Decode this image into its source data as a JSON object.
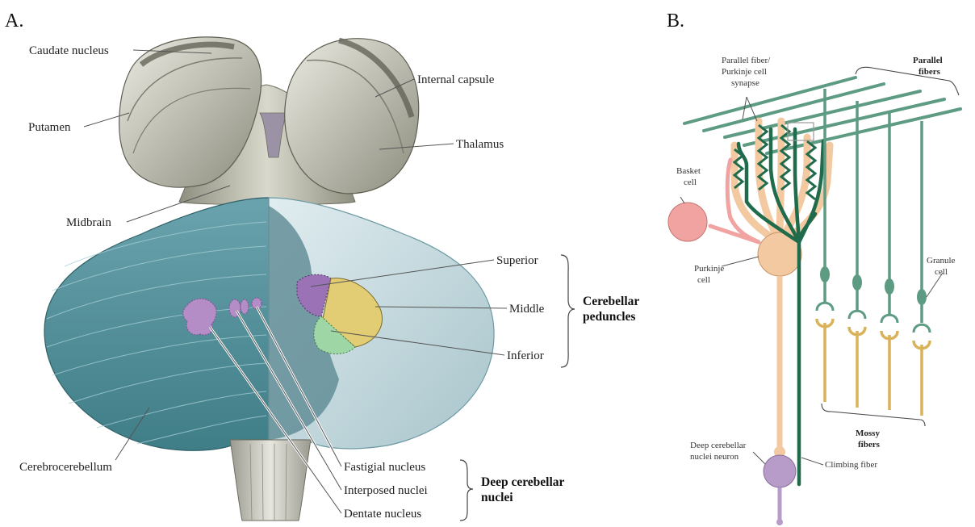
{
  "panel_a": {
    "letter": "A.",
    "labels": {
      "caudate": "Caudate nucleus",
      "internal_capsule": "Internal capsule",
      "putamen": "Putamen",
      "thalamus": "Thalamus",
      "midbrain": "Midbrain",
      "superior": "Superior",
      "middle": "Middle",
      "inferior": "Inferior",
      "cerebellar_peduncles_1": "Cerebellar",
      "cerebellar_peduncles_2": "peduncles",
      "cerebrocerebellum": "Cerebrocerebellum",
      "fastigial": "Fastigial nucleus",
      "interposed": "Interposed nuclei",
      "dentate": "Dentate nucleus",
      "deep_nuclei_1": "Deep cerebellar",
      "deep_nuclei_2": "nuclei"
    },
    "colors": {
      "hemisphere": "#cfcfc4",
      "cerebellum": "#4f8e98",
      "cerebellum_light": "#c6dbe0",
      "superior": "#9b72b5",
      "middle": "#e2cd75",
      "inferior": "#9fd6a6",
      "nuclei": "#b48cc6"
    }
  },
  "panel_b": {
    "letter": "B.",
    "labels": {
      "pf_synapse_1": "Parallel fiber/",
      "pf_synapse_2": "Purkinje cell",
      "pf_synapse_3": "synapse",
      "parallel_fibers_1": "Parallel",
      "parallel_fibers_2": "fibers",
      "basket_1": "Basket",
      "basket_2": "cell",
      "purkinje_1": "Purkinje",
      "purkinje_2": "cell",
      "granule_1": "Granule",
      "granule_2": "cell",
      "mossy_1": "Mossy",
      "mossy_2": "fibers",
      "deep_neuron_1": "Deep cerebellar",
      "deep_neuron_2": "nuclei neuron",
      "climbing": "Climbing fiber"
    },
    "colors": {
      "parallel": "#5e9b83",
      "climbing": "#1f6b4c",
      "purkinje": "#f2c9a0",
      "basket": "#f0a3a0",
      "deep_neuron": "#b79bc9",
      "mossy": "#d9b25a"
    }
  }
}
